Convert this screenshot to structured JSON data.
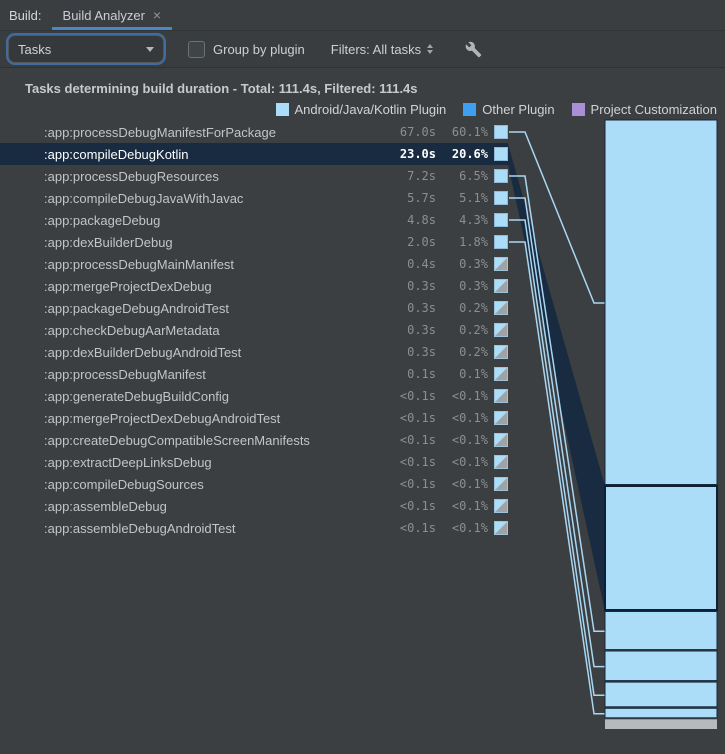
{
  "tabbar": {
    "window_label": "Build:",
    "tab": {
      "label": "Build Analyzer",
      "close_icon": "×"
    }
  },
  "toolbar": {
    "view_select": {
      "value": "Tasks"
    },
    "group_by_plugin": {
      "label": "Group by plugin",
      "checked": false
    },
    "filters": {
      "label": "Filters: All tasks"
    },
    "settings_icon": "wrench-icon"
  },
  "header": {
    "title": "Tasks determining build duration - Total: 111.4s, Filtered: 111.4s"
  },
  "legend": [
    {
      "label": "Android/Java/Kotlin Plugin",
      "color": "#abdcf8"
    },
    {
      "label": "Other Plugin",
      "color": "#3e9ef0"
    },
    {
      "label": "Project Customization",
      "color": "#a98fd6"
    }
  ],
  "colors": {
    "tab_underline": "#4a88c5",
    "selection": "#182b40",
    "bar_fill": "#abdcf8",
    "bar_border": "#17293d",
    "connector": "#a9d7f3",
    "remainder_gray": "#b7babc",
    "icon_gray": "#9fa3a6"
  },
  "chart_data": {
    "type": "bar",
    "title": "Tasks determining build duration",
    "total": "111.4s",
    "filtered": "111.4s",
    "selected_index": 1,
    "remainder_pct": 1.6,
    "tasks": [
      {
        "name": ":app:processDebugManifestForPackage",
        "time": "67.0s",
        "pct": "60.1%",
        "pct_value": 60.1,
        "icon": "full"
      },
      {
        "name": ":app:compileDebugKotlin",
        "time": "23.0s",
        "pct": "20.6%",
        "pct_value": 20.6,
        "icon": "full",
        "selected": true
      },
      {
        "name": ":app:processDebugResources",
        "time": "7.2s",
        "pct": "6.5%",
        "pct_value": 6.5,
        "icon": "full"
      },
      {
        "name": ":app:compileDebugJavaWithJavac",
        "time": "5.7s",
        "pct": "5.1%",
        "pct_value": 5.1,
        "icon": "full"
      },
      {
        "name": ":app:packageDebug",
        "time": "4.8s",
        "pct": "4.3%",
        "pct_value": 4.3,
        "icon": "full"
      },
      {
        "name": ":app:dexBuilderDebug",
        "time": "2.0s",
        "pct": "1.8%",
        "pct_value": 1.8,
        "icon": "full"
      },
      {
        "name": ":app:processDebugMainManifest",
        "time": "0.4s",
        "pct": "0.3%",
        "icon": "split"
      },
      {
        "name": ":app:mergeProjectDexDebug",
        "time": "0.3s",
        "pct": "0.3%",
        "icon": "split"
      },
      {
        "name": ":app:packageDebugAndroidTest",
        "time": "0.3s",
        "pct": "0.2%",
        "icon": "split"
      },
      {
        "name": ":app:checkDebugAarMetadata",
        "time": "0.3s",
        "pct": "0.2%",
        "icon": "split"
      },
      {
        "name": ":app:dexBuilderDebugAndroidTest",
        "time": "0.3s",
        "pct": "0.2%",
        "icon": "split"
      },
      {
        "name": ":app:processDebugManifest",
        "time": "0.1s",
        "pct": "0.1%",
        "icon": "split"
      },
      {
        "name": ":app:generateDebugBuildConfig",
        "time": "<0.1s",
        "pct": "<0.1%",
        "icon": "split"
      },
      {
        "name": ":app:mergeProjectDexDebugAndroidTest",
        "time": "<0.1s",
        "pct": "<0.1%",
        "icon": "split"
      },
      {
        "name": ":app:createDebugCompatibleScreenManifests",
        "time": "<0.1s",
        "pct": "<0.1%",
        "icon": "split"
      },
      {
        "name": ":app:extractDeepLinksDebug",
        "time": "<0.1s",
        "pct": "<0.1%",
        "icon": "split"
      },
      {
        "name": ":app:compileDebugSources",
        "time": "<0.1s",
        "pct": "<0.1%",
        "icon": "split"
      },
      {
        "name": ":app:assembleDebug",
        "time": "<0.1s",
        "pct": "<0.1%",
        "icon": "split"
      },
      {
        "name": ":app:assembleDebugAndroidTest",
        "time": "<0.1s",
        "pct": "<0.1%",
        "icon": "split"
      }
    ]
  }
}
